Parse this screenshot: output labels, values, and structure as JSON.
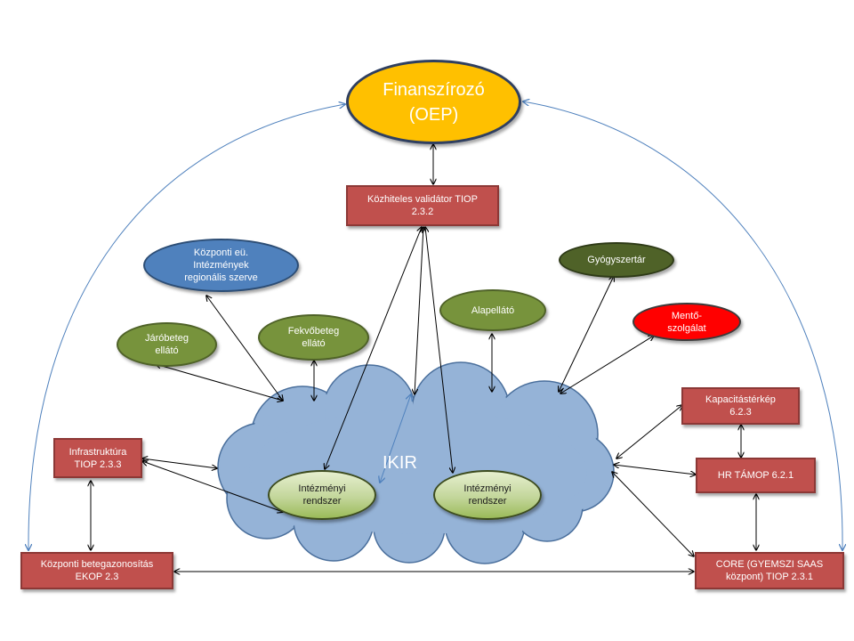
{
  "colors": {
    "rect_fill": "#c0504d",
    "green_fill": "#77933c",
    "blue_fill": "#4f81bd",
    "dark_green_fill": "#4f6228",
    "red_fill": "#ff0000",
    "gold_fill": "#ffc000",
    "cloud_fill": "#95b3d7",
    "arc_color": "#4f81bd"
  },
  "nodes": {
    "finanszirozo": "Finanszírozó\n(OEP)",
    "kozhiteles": "Közhiteles validátor TIOP\n2.3.2",
    "kozponti_eu": "Központi eü.\nIntézmények\nregionális szerve",
    "gyogyszertar": "Gyógyszertár",
    "alapellato": "Alapellátó",
    "mento": "Mentő-\nszolgálat",
    "jarobeteg": "Járóbeteg\nellátó",
    "fekvobeteg": "Fekvőbeteg\nellátó",
    "kapacitasterkep": "Kapacitástérkép\n6.2.3",
    "infrastruktura": "Infrastruktúra\nTIOP 2.3.3",
    "hr_tamop": "HR TÁMOP  6.2.1",
    "intezmenyi_1": "Intézményi\nrendszer",
    "intezmenyi_2": "Intézményi\nrendszer",
    "betegazonositas": "Központi betegazonosítás\nEKOP 2.3",
    "core": "CORE (GYEMSZI SAAS\nközpont) TIOP 2.3.1"
  },
  "cloud": {
    "label": "IKIR"
  }
}
